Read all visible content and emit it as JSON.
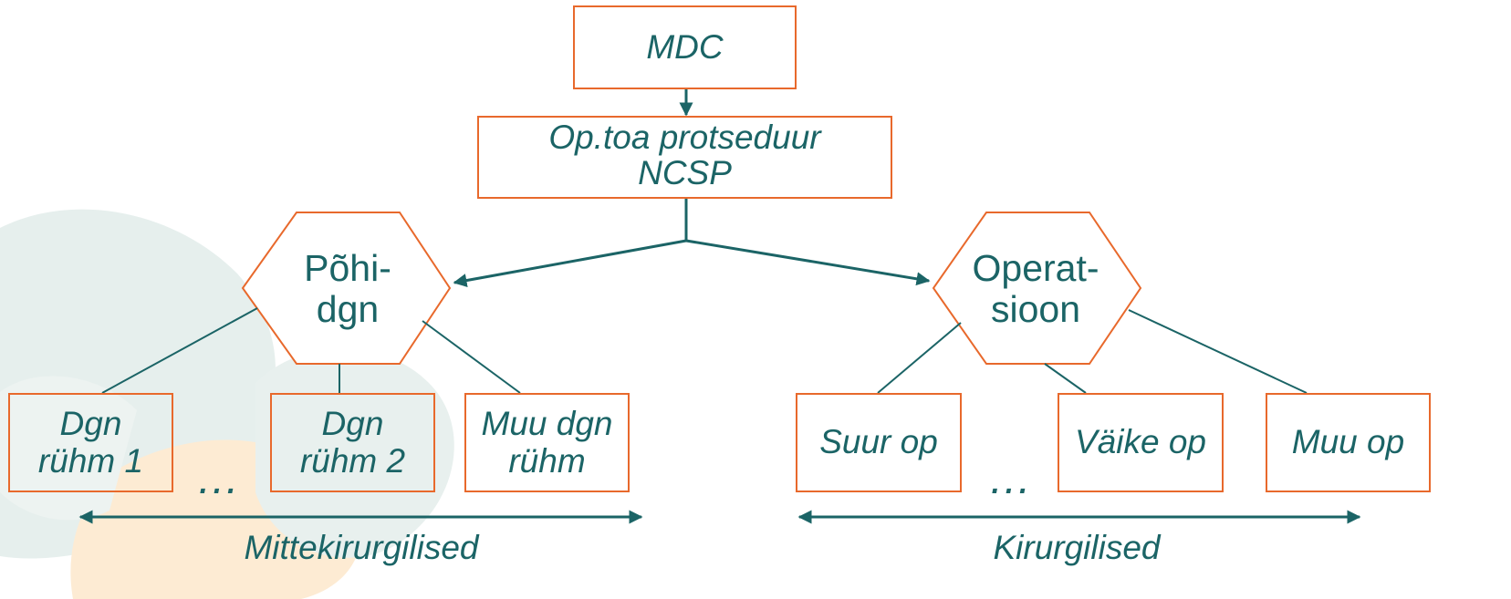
{
  "colors": {
    "accent": "#e8692c",
    "ink": "#1b6466",
    "watermark_green": "#e6efed",
    "watermark_orange": "#fdebd3"
  },
  "root": {
    "label": "MDC"
  },
  "procedure": {
    "line1": "Op.toa protseduur",
    "line2": "NCSP"
  },
  "left_hex": {
    "line1": "Põhi-",
    "line2": "dgn"
  },
  "right_hex": {
    "line1": "Operat-",
    "line2": "sioon"
  },
  "left_groups": [
    {
      "line1": "Dgn",
      "line2": "rühm 1"
    },
    {
      "line1": "Dgn",
      "line2": "rühm 2"
    },
    {
      "line1": "Muu dgn",
      "line2": "rühm"
    }
  ],
  "right_groups": [
    {
      "line1": "Suur op"
    },
    {
      "line1": "Väike op"
    },
    {
      "line1": "Muu op"
    }
  ],
  "ellipsis": "…",
  "left_range_label": "Mittekirurgilised",
  "right_range_label": "Kirurgilised"
}
